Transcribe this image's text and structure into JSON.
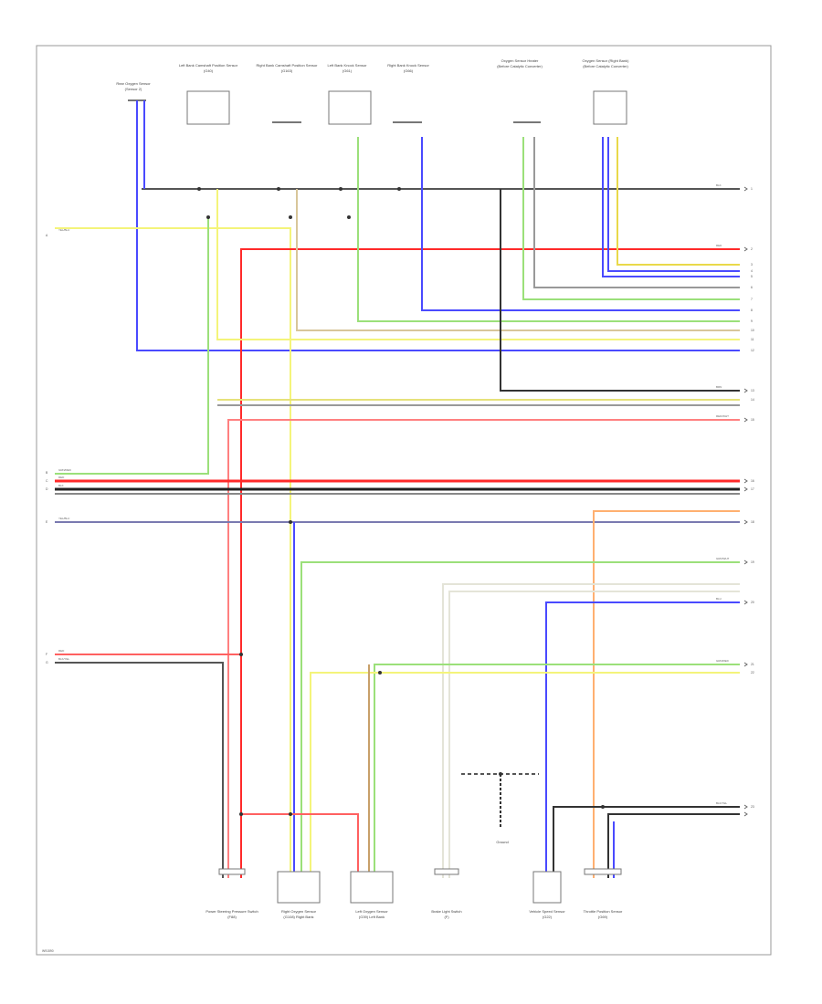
{
  "diagram_id": "W91590",
  "colors": {
    "red": "#ff2a2a",
    "blue": "#4a4aff",
    "yellow": "#f4f47a",
    "green": "#9be07a",
    "black": "#222222",
    "gray": "#8a8a8a",
    "orange": "#ffb070",
    "white": "#e4e4d8"
  },
  "top_components": [
    {
      "name": "Rear Oxygen Sensor",
      "label": "(Sensor 2)"
    },
    {
      "name": "Left Bank Camshaft Position Sensor",
      "label": "(G40)"
    },
    {
      "name": "Right Bank Camshaft Position Sensor",
      "label": "(G163)"
    },
    {
      "name": "Left Bank Knock Sensor",
      "label": "(G61)"
    },
    {
      "name": "Right Bank Knock Sensor",
      "label": "(G66)"
    },
    {
      "name": "Oxygen Sensor Heater",
      "label": "(Before Catalytic Converter)"
    },
    {
      "name": "Oxygen Sensor (Right Bank)",
      "label": "(Before Catalytic Converter)"
    }
  ],
  "bottom_components": [
    {
      "name": "Power Steering Pressure Switch",
      "label": "(F88)"
    },
    {
      "name": "Right Oxygen Sensor",
      "label": "(G108) Right Bank"
    },
    {
      "name": "Left Oxygen Sensor",
      "label": "(G39) Left Bank"
    },
    {
      "name": "Brake Light Switch",
      "label": "(F)"
    },
    {
      "name": "Vehicle Speed Sensor",
      "label": "(G22)"
    },
    {
      "name": "Throttle Position Sensor",
      "label": "(G69)"
    }
  ],
  "left_markers": [
    "A",
    "B",
    "C",
    "D",
    "E",
    "F",
    "G"
  ],
  "right_markers": [
    "1",
    "2",
    "3",
    "4",
    "5",
    "6",
    "7",
    "8",
    "9",
    "10",
    "11",
    "12",
    "13",
    "14",
    "15",
    "16",
    "17",
    "18",
    "19",
    "20",
    "21",
    "22",
    "23"
  ],
  "ground_label": "Ground"
}
